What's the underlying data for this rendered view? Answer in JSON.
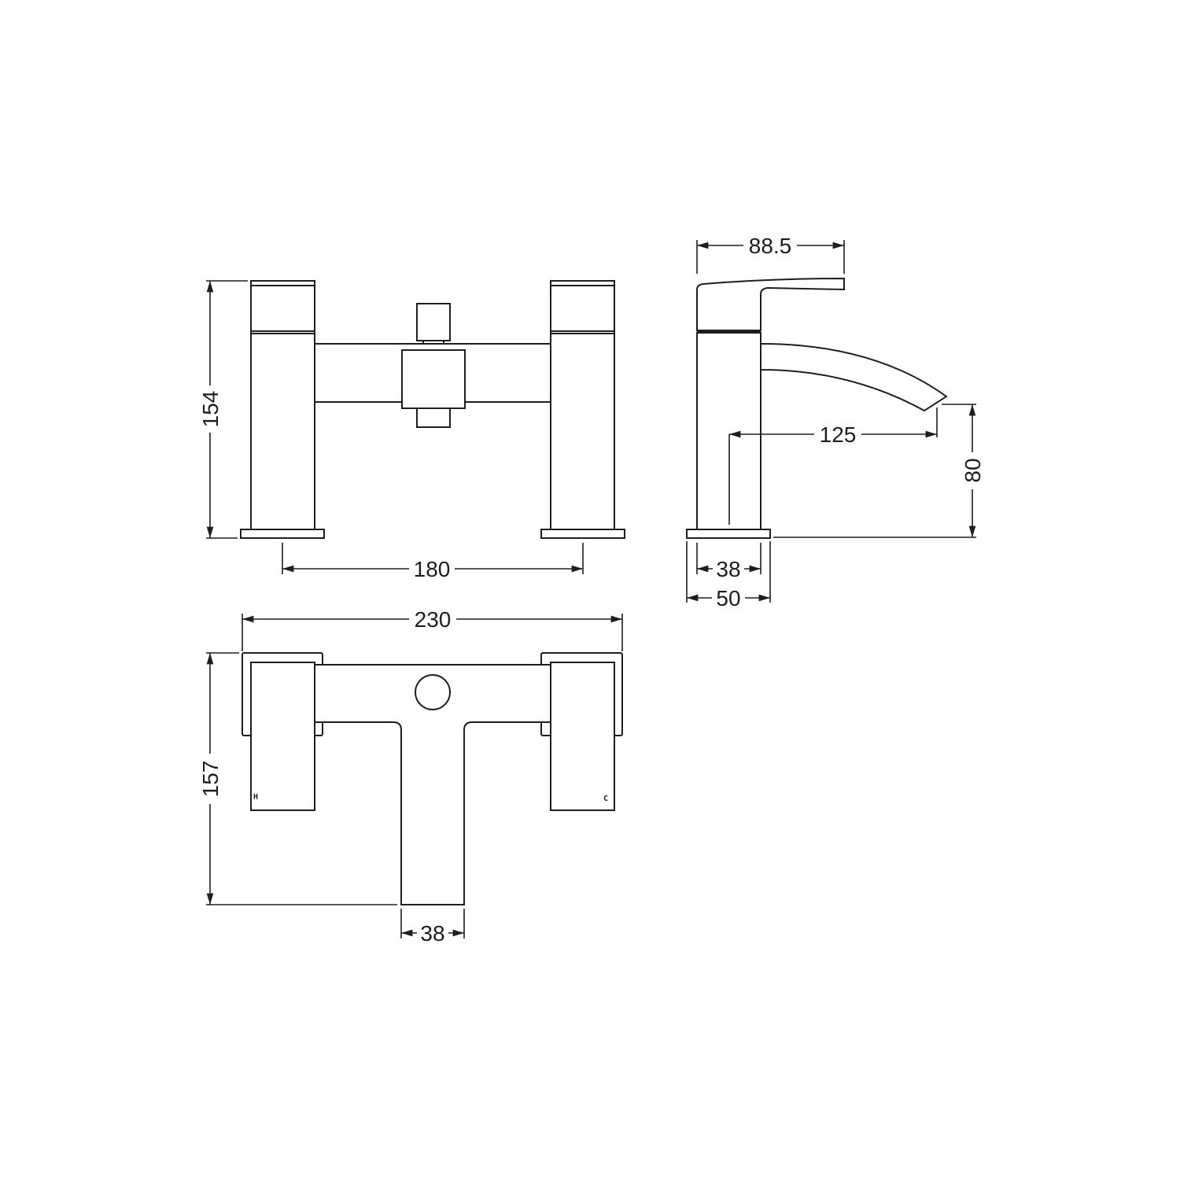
{
  "drawing": {
    "line_color": "#1e1e1e",
    "background": "#ffffff",
    "front_view": {
      "height_dim": "154",
      "centres_dim": "180"
    },
    "side_view": {
      "handle_length_dim": "88.5",
      "spout_projection_dim": "125",
      "spout_height_dim": "80",
      "body_depth_dim": "38",
      "base_depth_dim": "50"
    },
    "top_view": {
      "overall_width_dim": "230",
      "overall_depth_dim": "157",
      "spout_width_dim": "38",
      "hot_mark": "H",
      "cold_mark": "C"
    }
  }
}
